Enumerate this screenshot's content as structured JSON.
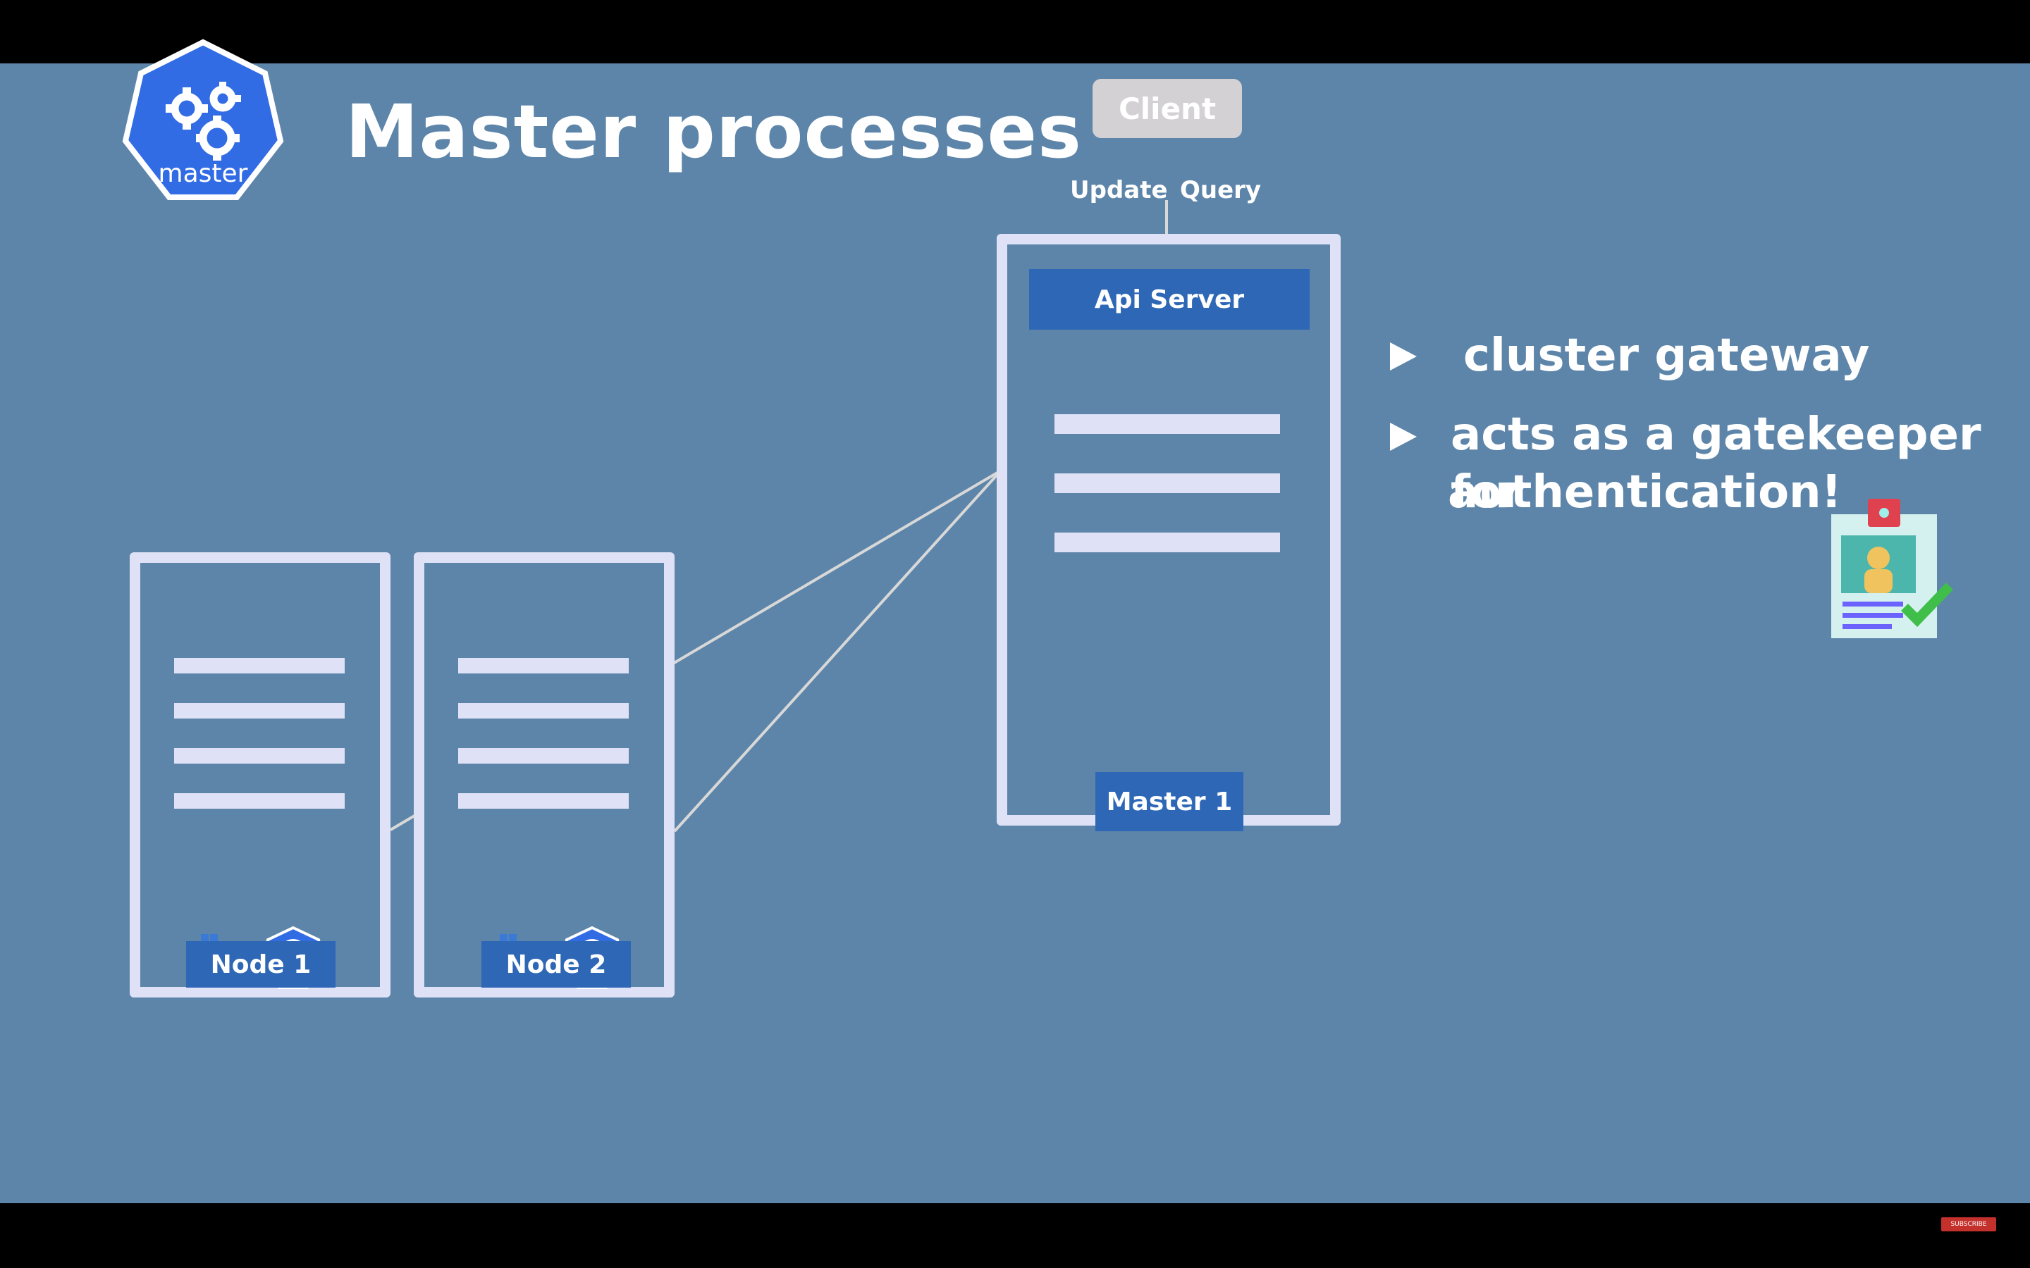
{
  "slide": {
    "title": "Master processes",
    "logo_label": "master",
    "client_label": "Client",
    "update_label": "Update",
    "query_label": "Query",
    "api_server_label": "Api Server",
    "master_label": "Master 1",
    "nodes": [
      {
        "label": "Node 1",
        "badge": "kubelet"
      },
      {
        "label": "Node 2",
        "badge": "kubelet"
      }
    ],
    "bullets": [
      {
        "lines": [
          "cluster gateway"
        ]
      },
      {
        "lines": [
          "acts as a gatekeeper for",
          "authentication!"
        ]
      }
    ]
  },
  "player": {
    "subscribe_label": "SUBSCRIBE"
  },
  "icons": [
    "kubernetes-master-icon",
    "docker-whale-icon",
    "kubelet-icon",
    "id-badge-icon",
    "checkmark-icon",
    "play-arrow-icon"
  ],
  "colors": {
    "background": "#5d85a9",
    "accent_blue": "#2d67b6",
    "server_outline": "#dfe2f6",
    "client_box": "#d3d1d4",
    "check_green": "#3fbf4a",
    "badge_clip_red": "#e0414e"
  }
}
